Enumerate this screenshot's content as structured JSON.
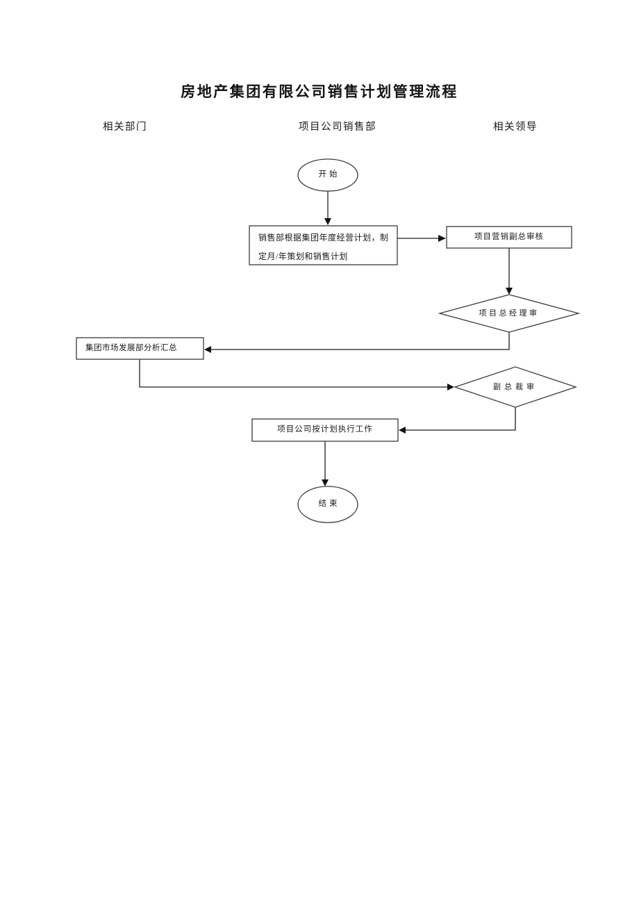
{
  "page": {
    "title": "房地产集团有限公司销售计划管理流程"
  },
  "lanes": [
    {
      "label": "相关部门"
    },
    {
      "label": "项目公司销售部"
    },
    {
      "label": "相关领导"
    }
  ],
  "flowchart": {
    "nodes": [
      {
        "id": "start",
        "type": "oval",
        "label": "开始"
      },
      {
        "id": "make-plan",
        "type": "rect",
        "label": "销售部根据集团年度经营计划，制\n定月/年策划和销售计划"
      },
      {
        "id": "marketing-vp-review",
        "type": "rect",
        "label": "项目营销副总审核"
      },
      {
        "id": "gm-review",
        "type": "diamond",
        "label": "项目总经理审"
      },
      {
        "id": "group-market-analysis",
        "type": "rect",
        "label": "集团市场发展部分析汇总"
      },
      {
        "id": "vice-president-review",
        "type": "diamond",
        "label": "副总裁审"
      },
      {
        "id": "execute-plan",
        "type": "rect",
        "label": "项目公司按计划执行工作"
      },
      {
        "id": "end",
        "type": "oval",
        "label": "结束"
      }
    ],
    "line_color": "#1c1c1c",
    "shape_stroke_color": "#3a3a3a"
  }
}
